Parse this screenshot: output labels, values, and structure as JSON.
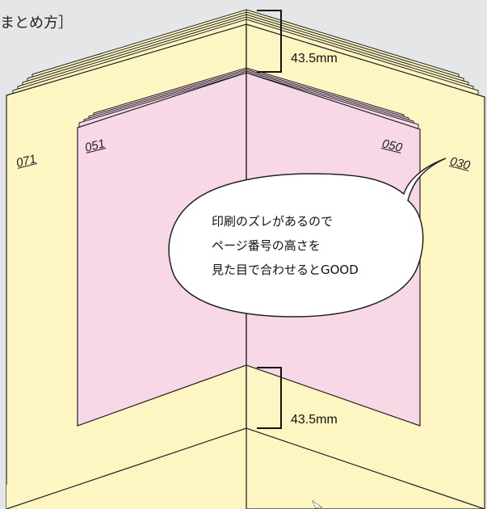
{
  "title": "まとめ方］",
  "measurements": {
    "top": "43.5mm",
    "bottom": "43.5mm"
  },
  "page_numbers": {
    "outer_left": "071",
    "inner_left": "051",
    "inner_right": "050",
    "outer_right": "030"
  },
  "callout": {
    "lines": [
      "印刷のズレがあるので",
      "ページ番号の高さを",
      "見た目で合わせるとGOOD"
    ]
  },
  "colors": {
    "background": "#e4e6e8",
    "outer_signature": "#fdf6c3",
    "inner_signature": "#f8d8e6",
    "outline": "#222222",
    "callout_fill": "#ffffff"
  }
}
